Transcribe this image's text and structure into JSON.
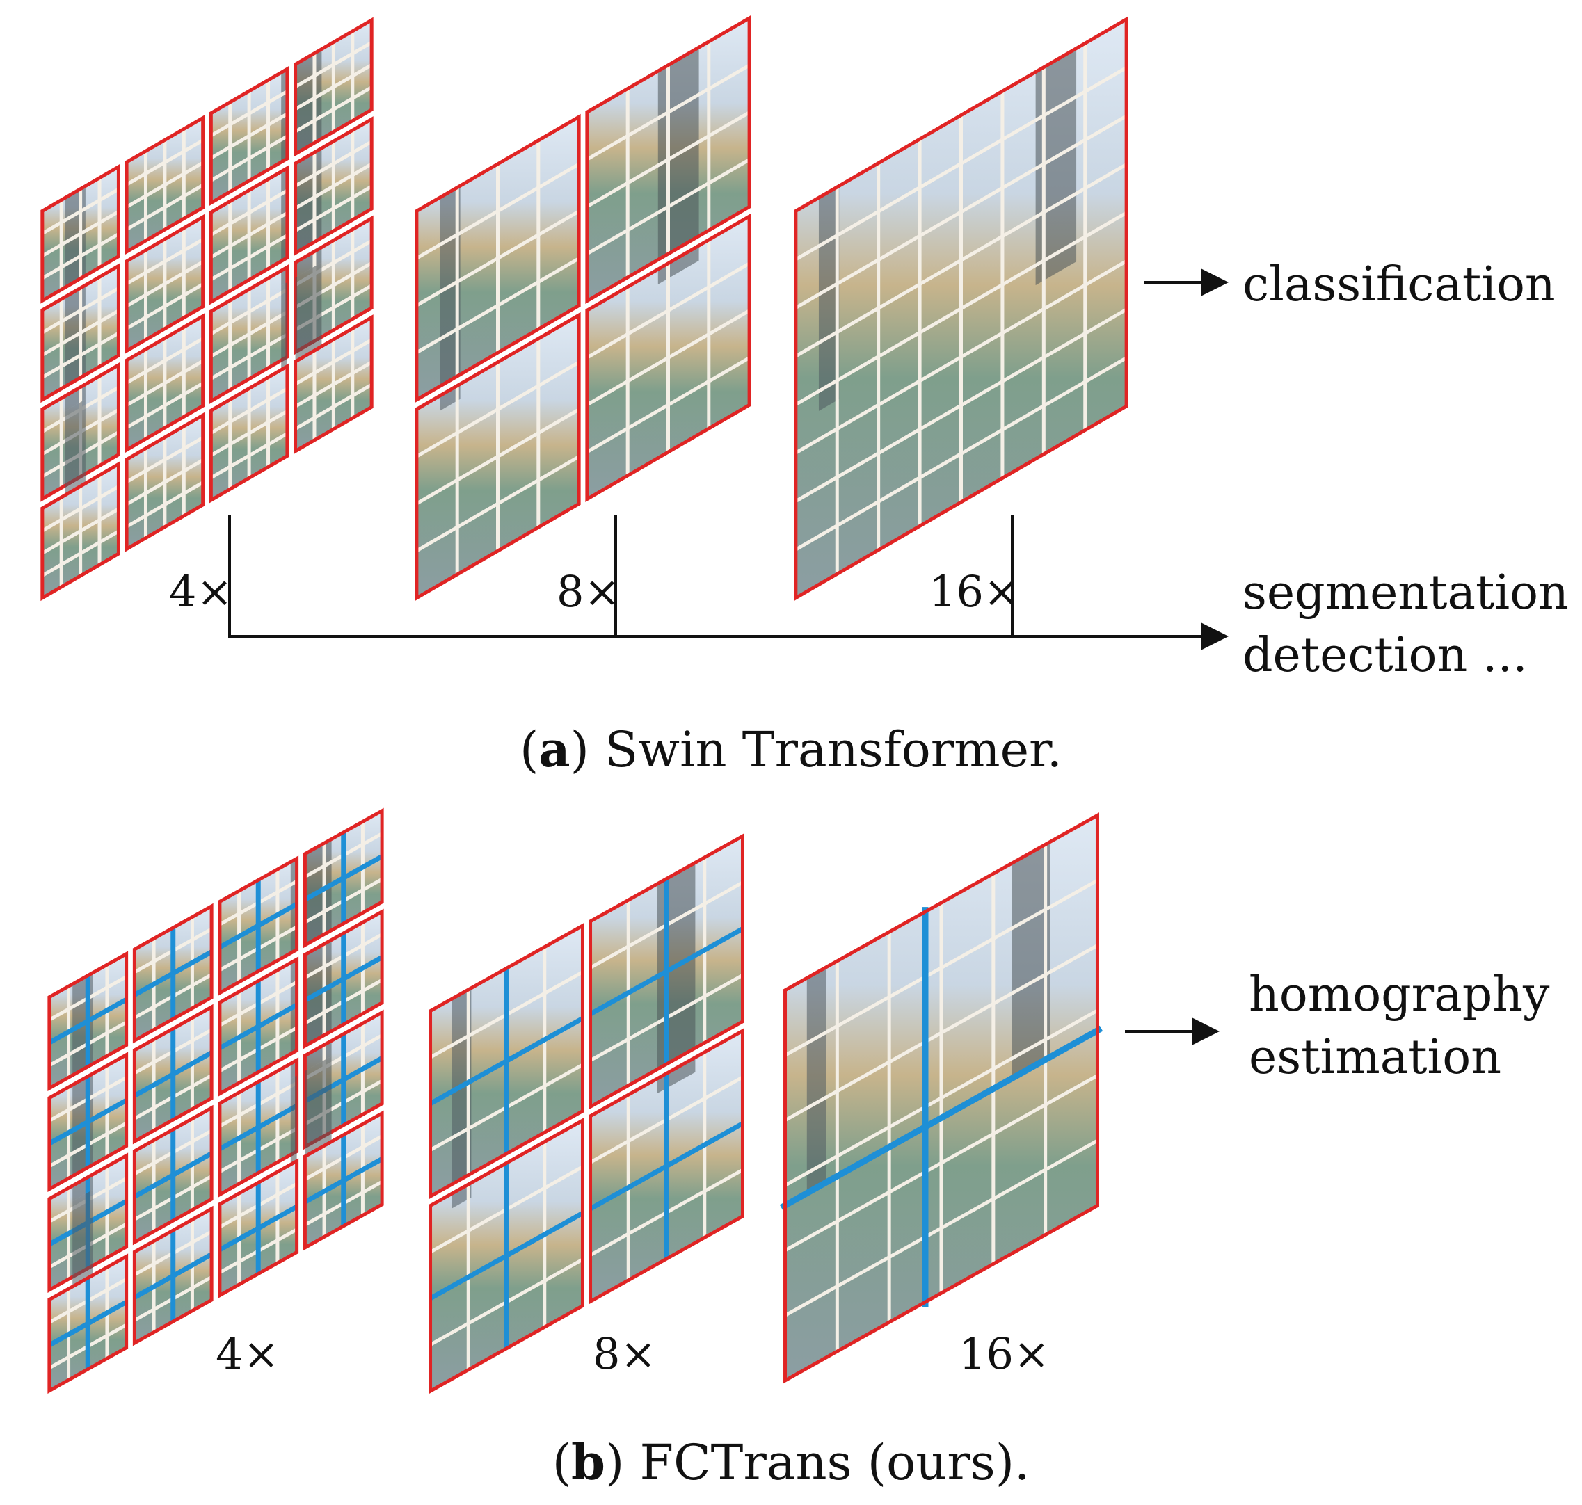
{
  "colors": {
    "window_border": "#e02424",
    "shifted_window": "#1e8fd6",
    "patch_grid": "#f4efe6",
    "arrow": "#111111"
  },
  "panel_a": {
    "scales": [
      "4×",
      "8×",
      "16×"
    ],
    "outputs": {
      "top": "classification",
      "bottom_line1": "segmentation",
      "bottom_line2": "detection ..."
    },
    "caption": {
      "open": "(",
      "letter": "a",
      "text": ") Swin Transformer."
    }
  },
  "panel_b": {
    "scales": [
      "4×",
      "8×",
      "16×"
    ],
    "outputs": {
      "line1": "homography",
      "line2": "estimation"
    },
    "caption": {
      "open": "(",
      "letter": "b",
      "text": ") FCTrans (ours)."
    }
  }
}
